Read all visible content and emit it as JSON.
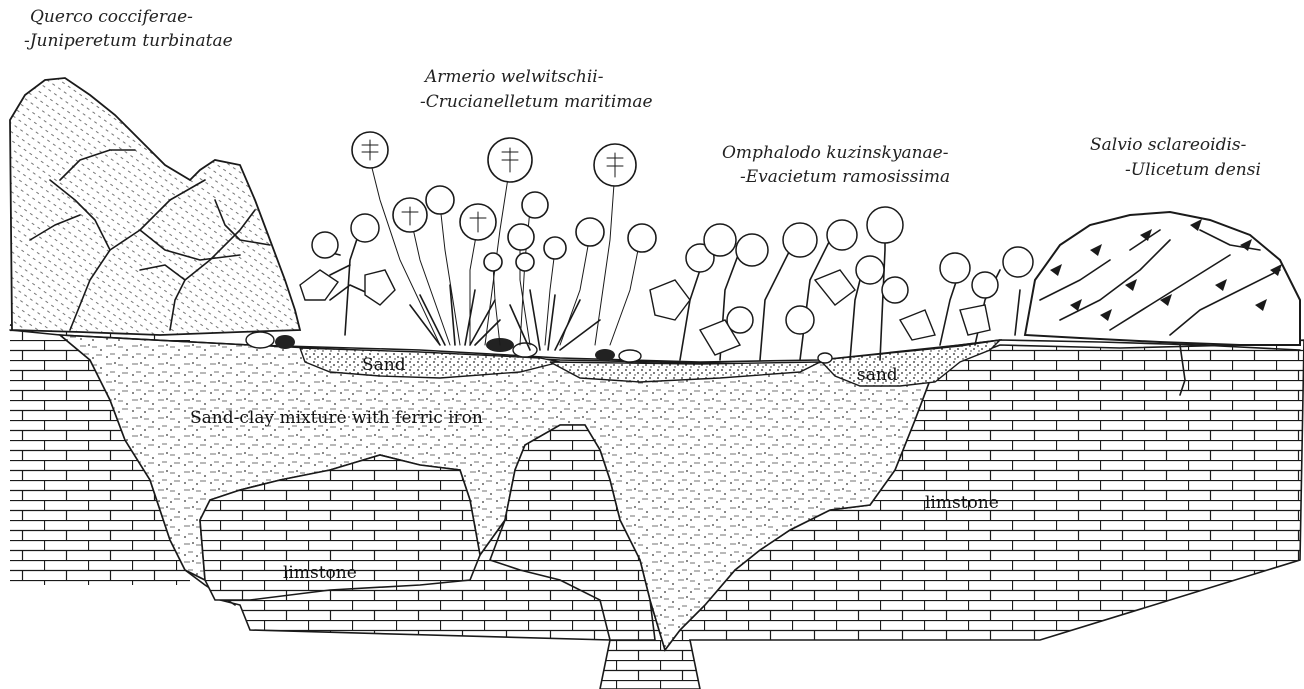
{
  "associations": [
    {
      "line1": "Querco cocciferae-",
      "line2": "-Juniperetum turbinatae"
    },
    {
      "line1": "Armerio welwitschii-",
      "line2": "-Crucianelletum maritimae"
    },
    {
      "line1": "Omphalodo kuzinskyanae-",
      "line2": "-Evacietum ramosissima"
    },
    {
      "line1": "Salvio sclareoidis-",
      "line2": "-Ulicetum densi"
    }
  ],
  "layers": {
    "sand_left": "Sand",
    "sand_right": "sand",
    "mixture": "Sand-clay mixture with ferric iron",
    "limestone_right": "limstone",
    "limestone_left": "limstone"
  }
}
